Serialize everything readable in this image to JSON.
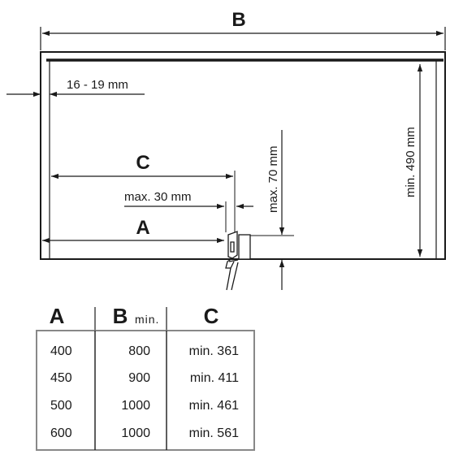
{
  "diagram": {
    "labels": {
      "B": "B",
      "C": "C",
      "A": "A",
      "board_thickness": "16 - 19 mm",
      "max_30": "max. 30 mm",
      "max_70": "max. 70 mm",
      "min_490": "min. 490 mm"
    }
  },
  "table": {
    "headers": [
      {
        "main": "A",
        "sub": ""
      },
      {
        "main": "B",
        "sub": "min."
      },
      {
        "main": "C",
        "sub": ""
      }
    ],
    "rows": [
      [
        "400",
        "800",
        "min. 361"
      ],
      [
        "450",
        "900",
        "min. 411"
      ],
      [
        "500",
        "1000",
        "min. 461"
      ],
      [
        "600",
        "1000",
        "min. 561"
      ]
    ]
  }
}
